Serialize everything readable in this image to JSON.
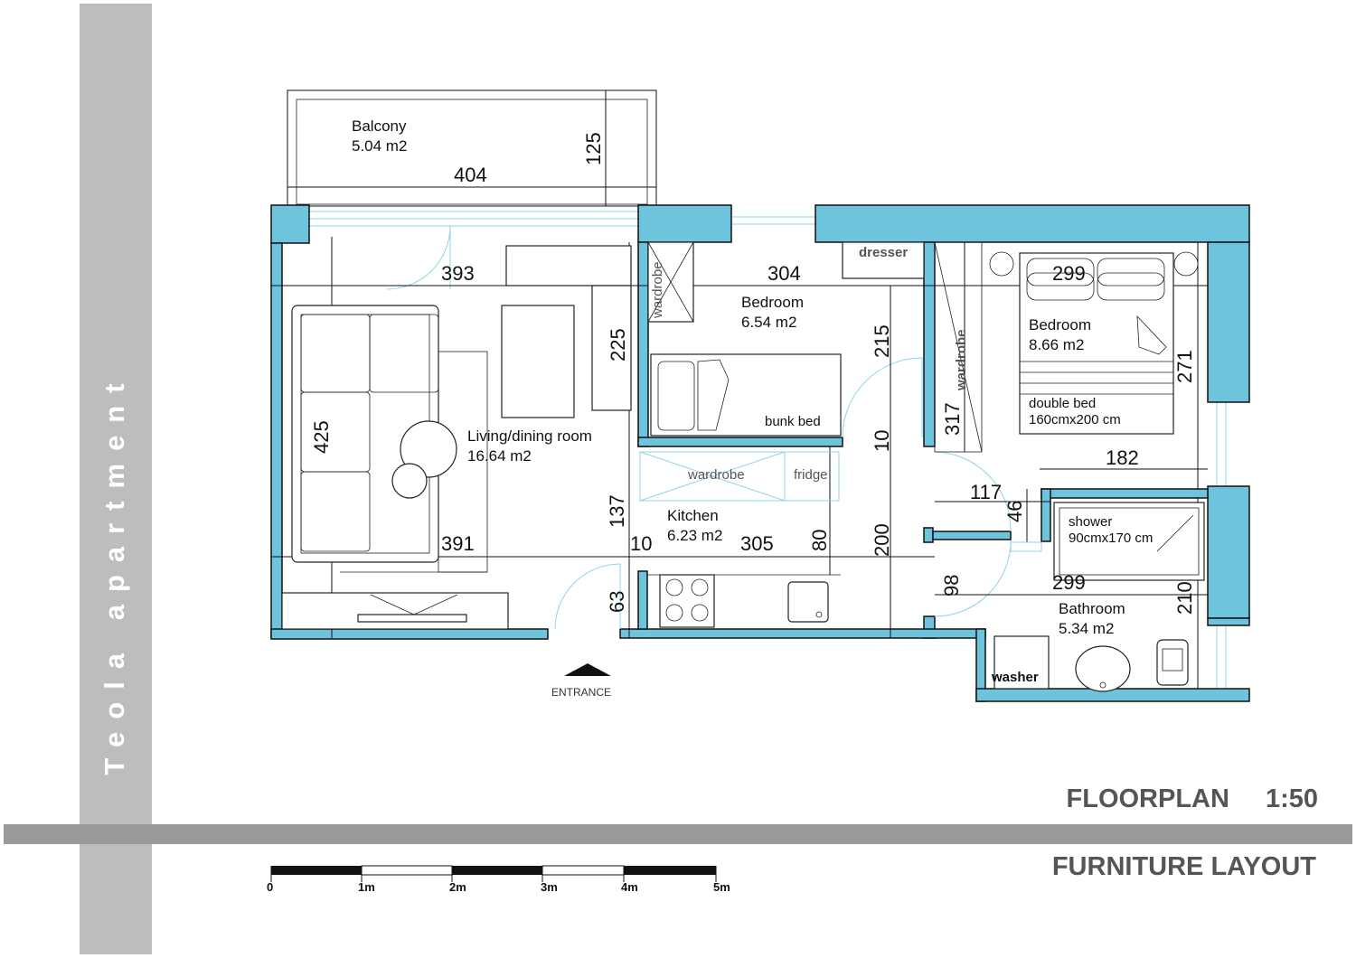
{
  "project": {
    "name": "Teola apartment"
  },
  "sheet": {
    "title": "FLOORPLAN",
    "scale": "1:50",
    "subtitle": "FURNITURE LAYOUT"
  },
  "rooms": {
    "balcony": {
      "name": "Balcony",
      "area": "5.04 m2"
    },
    "living": {
      "name": "Living/dining room",
      "area": "16.64 m2"
    },
    "bedroom1": {
      "name": "Bedroom",
      "area": "6.54 m2"
    },
    "bedroom2": {
      "name": "Bedroom",
      "area": "8.66 m2"
    },
    "kitchen": {
      "name": "Kitchen",
      "area": "6.23 m2"
    },
    "bathroom": {
      "name": "Bathroom",
      "area": "5.34 m2"
    }
  },
  "furniture": {
    "wardrobe": "wardrobe",
    "dresser": "dresser",
    "bunk_bed": "bunk bed",
    "double_bed": "double bed",
    "double_bed_size": "160cmx200 cm",
    "fridge": "fridge",
    "shower": "shower",
    "shower_size": "90cmx170 cm",
    "washer": "washer"
  },
  "entrance": "ENTRANCE",
  "dimensions": {
    "balcony_w": "404",
    "balcony_d": "125",
    "living_top": "393",
    "living_bottom": "391",
    "living_h": "425",
    "b1_top": "304",
    "b1_h": "215",
    "b1_225": "225",
    "d10a": "10",
    "d10b": "10",
    "b2_top": "299",
    "b2_h": "271",
    "b2_317": "317",
    "d182": "182",
    "d117": "117",
    "d46": "46",
    "k137": "137",
    "k305": "305",
    "k80": "80",
    "k200": "200",
    "k63": "63",
    "bath_w": "299",
    "bath_h": "210",
    "d98": "98"
  },
  "scale_bar": {
    "labels": [
      "0",
      "1m",
      "2m",
      "3m",
      "4m",
      "5m"
    ]
  },
  "colors": {
    "wall": "#6ec3dd",
    "band": "#9a9a9a",
    "side": "#bdbdbd",
    "title": "#555555"
  }
}
